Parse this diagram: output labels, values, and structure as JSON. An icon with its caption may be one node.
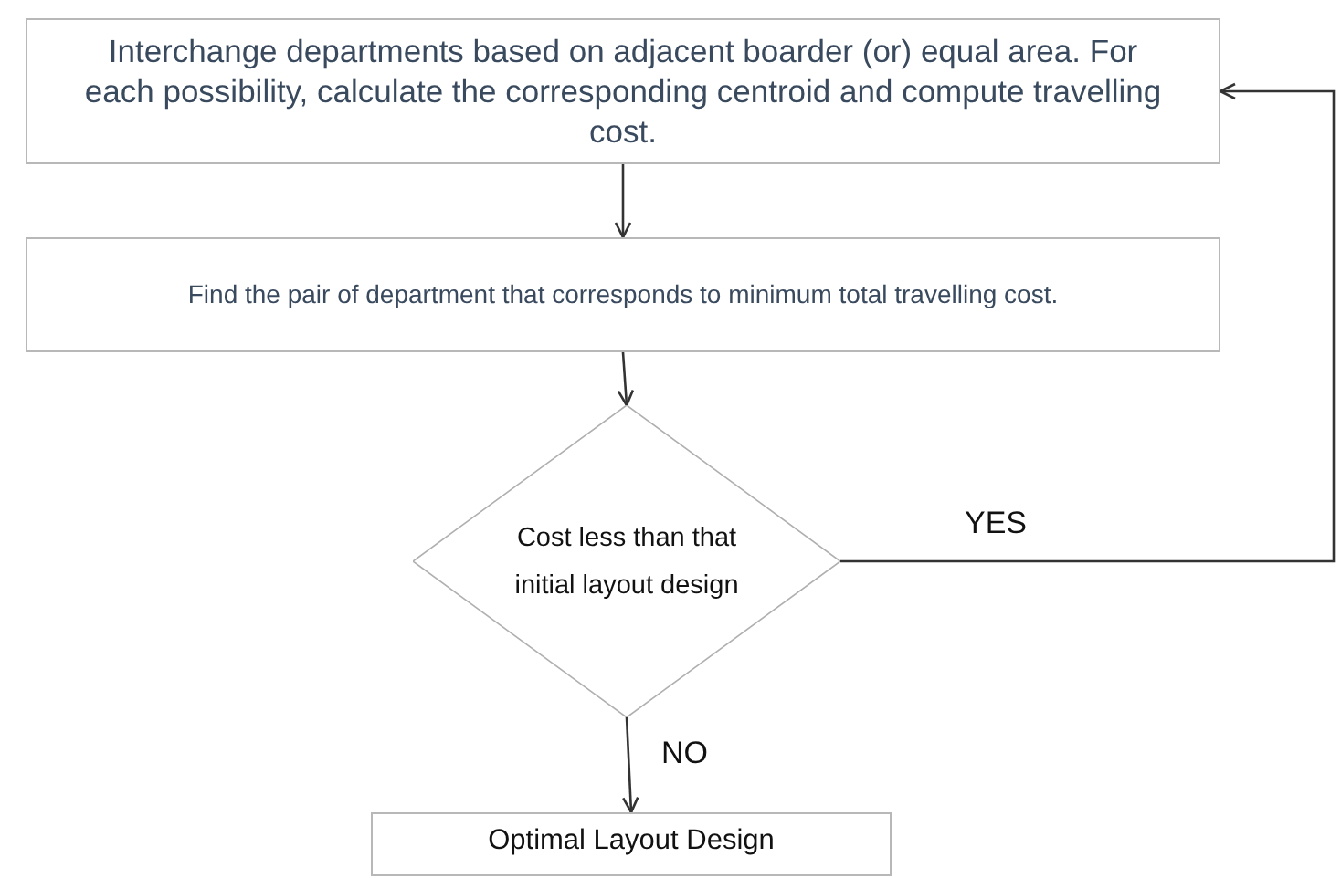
{
  "diagram": {
    "nodes": [
      {
        "text": [
          "Interchange departments based on adjacent boarder (or) equal area. For each possibility, calculate the corresponding centroid and compute travelling cost."
        ]
      },
      {
        "text": [
          "Find the pair of department that corresponds to minimum total travelling cost."
        ]
      },
      {
        "text": [
          "Cost less than that initial layout design"
        ]
      },
      {
        "text": [
          "Optimal Layout Design"
        ]
      }
    ],
    "edges": [
      {
        "from": 0,
        "to": 1,
        "arrow": "to"
      },
      {
        "from": 1,
        "to": 2,
        "arrow": "to"
      },
      {
        "from": 2,
        "to": 3,
        "arrow": "to",
        "label": "NO"
      },
      {
        "from": 2,
        "to": 0,
        "arrow": "to",
        "label": "YES"
      }
    ]
  }
}
